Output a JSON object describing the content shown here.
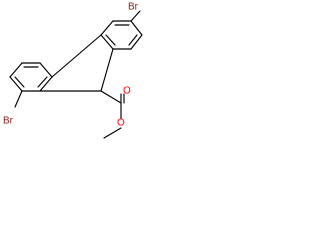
{
  "molecule": {
    "atom_labels": {
      "br_top": "Br",
      "br_bottom": "Br",
      "o_carbonyl": "O",
      "o_ester": "O"
    },
    "colors": {
      "br": "#8b1f14",
      "o": "#ff0000",
      "bond": "#000000"
    }
  }
}
